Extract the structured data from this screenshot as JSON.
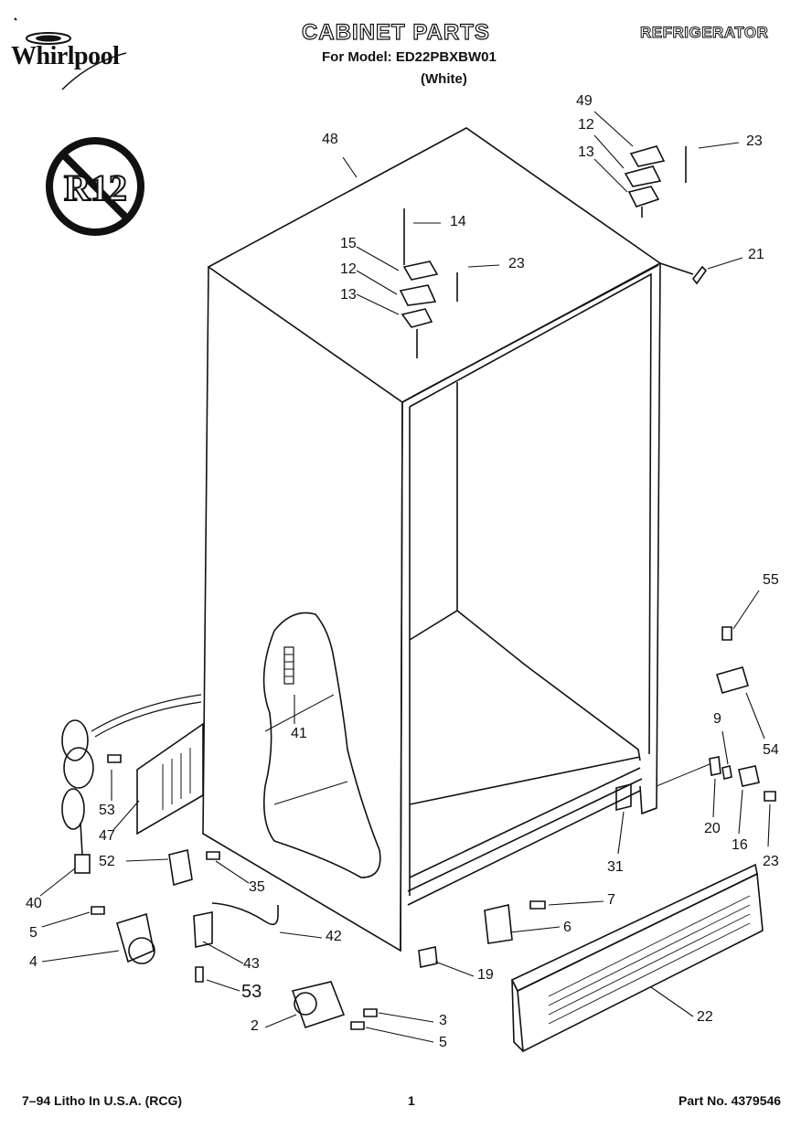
{
  "header": {
    "brand": "Whirlpool",
    "title": "CABINET PARTS",
    "model_line": "For Model: ED22PBXBW01",
    "color_line": "(White)",
    "category": "REFRIGERATOR"
  },
  "badge": {
    "text": "R12",
    "icon": "no-r12-icon"
  },
  "callouts": {
    "c48": "48",
    "c49": "49",
    "c12a": "12",
    "c13a": "13",
    "c23a": "23",
    "c14": "14",
    "c15": "15",
    "c12b": "12",
    "c13b": "13",
    "c23b": "23",
    "c21": "21",
    "c41": "41",
    "c55": "55",
    "c54": "54",
    "c9": "9",
    "c20": "20",
    "c16": "16",
    "c23c": "23",
    "c31": "31",
    "c53a": "53",
    "c47": "47",
    "c52": "52",
    "c35": "35",
    "c40": "40",
    "c5a": "5",
    "c4": "4",
    "c43": "43",
    "c42": "42",
    "c53b": "53",
    "c7": "7",
    "c6": "6",
    "c19": "19",
    "c22": "22",
    "c2": "2",
    "c3": "3",
    "c5b": "5"
  },
  "footer": {
    "left": "7–94 Litho In U.S.A. (RCG)",
    "page": "1",
    "part_no": "Part No. 4379546"
  }
}
